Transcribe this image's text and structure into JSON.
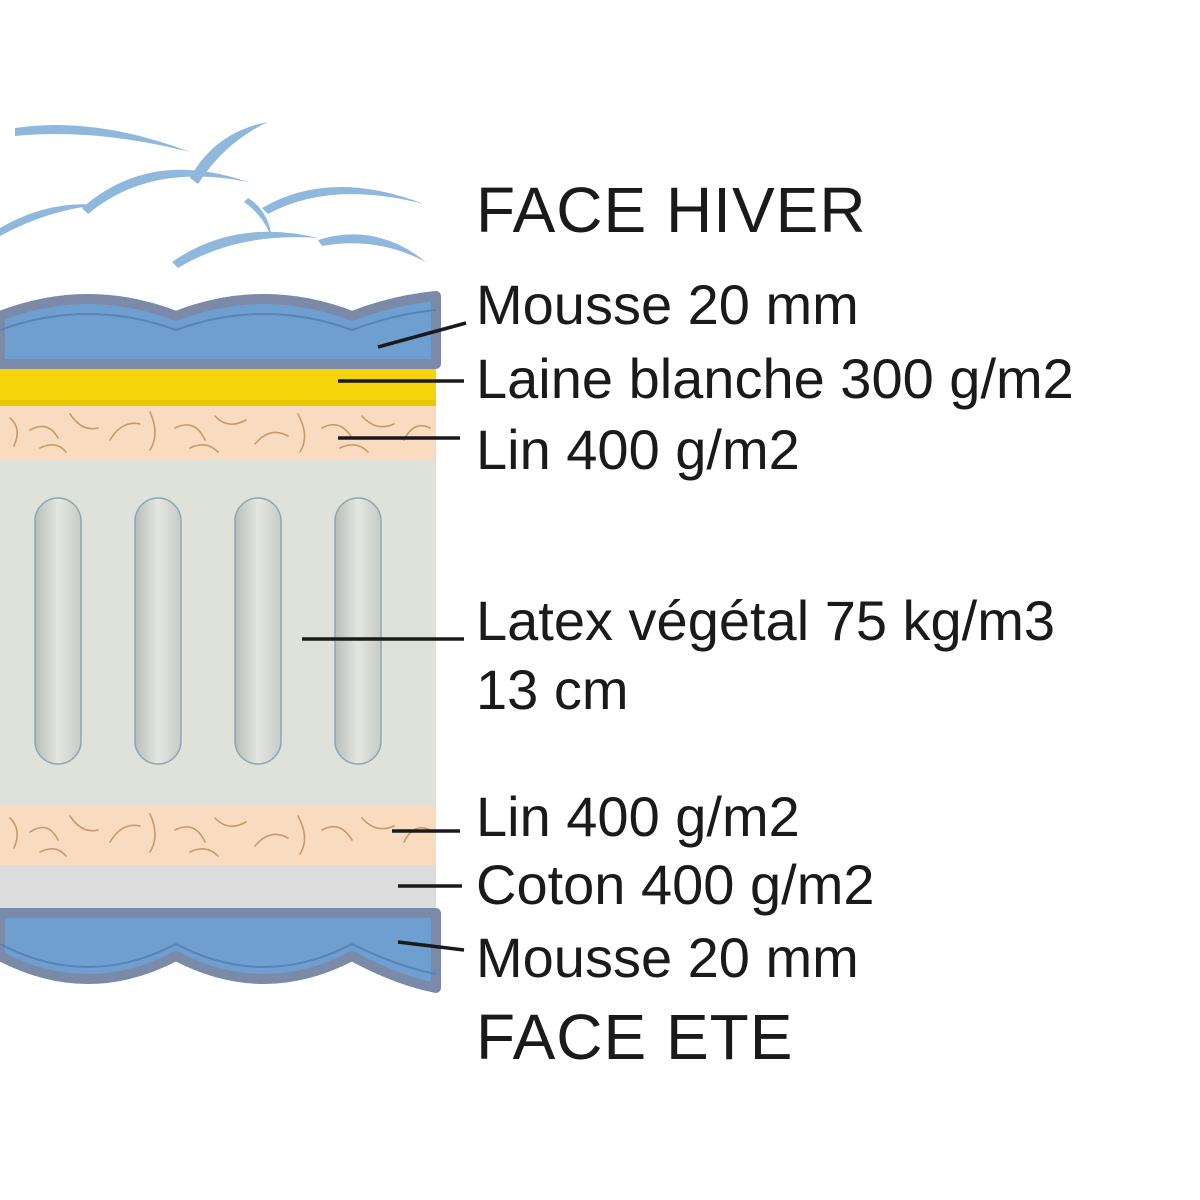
{
  "faces": {
    "top": "FACE HIVER",
    "bottom": "FACE ETE"
  },
  "layers": {
    "mousse_top": "Mousse 20 mm",
    "laine": "Laine blanche 300 g/m2",
    "lin_top": "Lin 400 g/m2",
    "latex_line1": "Latex végétal 75 kg/m3",
    "latex_line2": "13 cm",
    "lin_bottom": "Lin 400 g/m2",
    "coton": "Coton 400 g/m2",
    "mousse_bottom": "Mousse 20 mm"
  },
  "colors": {
    "mousse": "#6f9fd0",
    "mousse_edge": "#7b8aa8",
    "laine": "#f5d40b",
    "lin": "#f9dcbf",
    "lin_fibre": "#c79a6e",
    "latex": "#dfe2da",
    "latex_slot": "#c3c7c1",
    "coton": "#dcdcdc",
    "comfort_swoosh": "#8fb8dc",
    "leader_line": "#1a1a1a"
  }
}
